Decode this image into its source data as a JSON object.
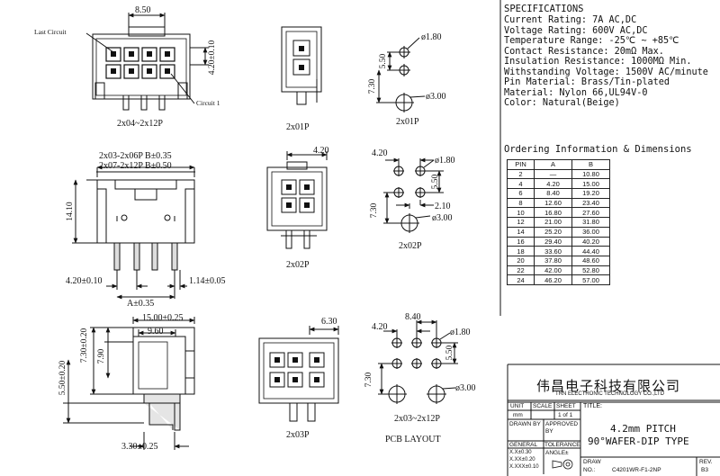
{
  "specifications": {
    "title": "SPECIFICATIONS",
    "lines": [
      "Current Rating: 7A AC,DC",
      "Voltage Rating: 600V AC,DC",
      "Temperature Range: -25℃ ~ +85℃",
      "Contact Resistance: 20mΩ Max.",
      "Insulation Resistance: 1000MΩ Min.",
      "Withstanding Voltage: 1500V AC/minute",
      "Pin Material: Brass/Tin-plated",
      "Material: Nylon 66,UL94V-0",
      "Color: Natural(Beige)"
    ]
  },
  "ordering": {
    "title": "Ordering Information & Dimensions",
    "headers": [
      "PIN",
      "A",
      "B"
    ],
    "rows": [
      [
        "2",
        "—",
        "10.80"
      ],
      [
        "4",
        "4.20",
        "15.00"
      ],
      [
        "6",
        "8.40",
        "19.20"
      ],
      [
        "8",
        "12.60",
        "23.40"
      ],
      [
        "10",
        "16.80",
        "27.60"
      ],
      [
        "12",
        "21.00",
        "31.80"
      ],
      [
        "14",
        "25.20",
        "36.00"
      ],
      [
        "16",
        "29.40",
        "40.20"
      ],
      [
        "18",
        "33.60",
        "44.40"
      ],
      [
        "20",
        "37.80",
        "48.60"
      ],
      [
        "22",
        "42.00",
        "52.80"
      ],
      [
        "24",
        "46.20",
        "57.00"
      ]
    ]
  },
  "labels": {
    "dim_8_50": "8.50",
    "dim_4_20_a": "4.20±0.10",
    "last_circuit": "Last Circuit",
    "circuit_1": "Circuit 1",
    "cap_2x04": "2x04~2x12P",
    "cap_2x01_top": "2x01P",
    "cap_2x01_pcb": "2x01P",
    "phi_180_a": "ø1.80",
    "dim_5_50_a": "5.50",
    "dim_7_30_a": "7.30",
    "phi_300_a": "ø3.00",
    "b_note_1": "2x03-2x06P B±0.35",
    "b_note_2": "2x07-2x12P B±0.50",
    "dim_14_10": "14.10",
    "dim_4_20_b": "4.20±0.10",
    "dim_1_14": "1.14±0.05",
    "dim_a": "A±0.35",
    "dim_4_20_c": "4.20",
    "cap_2x02": "2x02P",
    "dim_4_20_d": "4.20",
    "phi_180_b": "ø1.80",
    "dim_5_50_b": "5.50",
    "dim_2_10": "2.10",
    "dim_7_30_b": "7.30",
    "phi_300_b": "ø3.00",
    "cap_2x02_pcb": "2x02P",
    "dim_15_00": "15.00±0.25",
    "dim_9_60": "9.60",
    "dim_7_30_c": "7.30±0.20",
    "dim_7_90": "7.90",
    "dim_5_50_c": "5.50±0.20",
    "dim_3_30": "3.30±0.25",
    "dim_6_30": "6.30",
    "cap_2x03": "2x03P",
    "dim_4_20_e": "4.20",
    "dim_8_40": "8.40",
    "phi_180_c": "ø1.80",
    "dim_5_50_d": "5.50",
    "dim_7_30_d": "7.30",
    "phi_300_c": "ø3.00",
    "cap_2x03_pcb": "2x03~2x12P",
    "pcb_layout": "PCB LAYOUT"
  },
  "title_block": {
    "company_cn": "伟昌电子科技有限公司",
    "company_en": "TRN ELECTRONIC TECHNOLOGY CO.,LTD",
    "unit_label": "UNIT",
    "unit_value": "mm",
    "scale_label": "SCALE",
    "sheet_label": "SHEET",
    "sheet_value": "1 of 1",
    "title_label": "TITLE:",
    "title_line1": "4.2mm PITCH",
    "title_line2": "90°WAFER-DIP TYPE",
    "drawn_by": "DRAWN BY",
    "approved_by": "APPROVED BY",
    "general": "GENERAL",
    "tolerance": "TOLERANCE",
    "tol_1": "X.X±0.30",
    "tol_2": "X.XX±0.20",
    "tol_3": "X.XXX±0.10",
    "angle": "ANGLE±",
    "draw_label": "DRAW",
    "no_label": "NO.:",
    "no_value": "C4201WR-F1-2NP",
    "rev_label": "REV.",
    "rev_value": "B3"
  }
}
